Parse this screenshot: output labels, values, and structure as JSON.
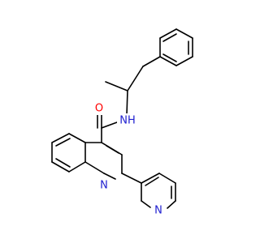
{
  "structure": {
    "atoms": [
      {
        "label": "O",
        "color": "#ff0000"
      },
      {
        "label": "NH",
        "color": "#1f1fd0"
      },
      {
        "label": "N",
        "color": "#1f1fd0"
      },
      {
        "label": "N",
        "color": "#1f1fd0"
      }
    ]
  }
}
